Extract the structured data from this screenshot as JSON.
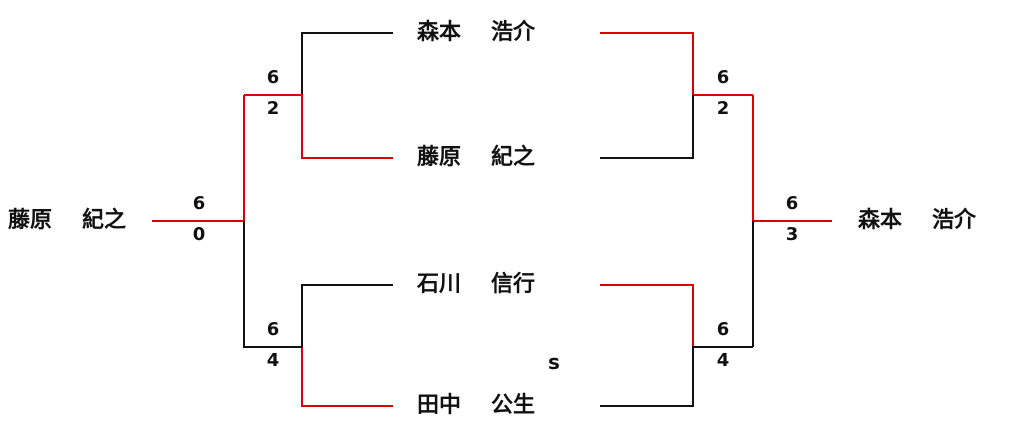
{
  "colors": {
    "winner_line": "#e00000",
    "loser_line": "#111111"
  },
  "players": {
    "center_1": {
      "family": "森本",
      "given": "浩介"
    },
    "center_2": {
      "family": "藤原",
      "given": "紀之"
    },
    "center_3": {
      "family": "石川",
      "given": "信行"
    },
    "center_4": {
      "family": "田中",
      "given": "公生"
    },
    "left_winner": {
      "family": "藤原",
      "given": "紀之"
    },
    "right_winner": {
      "family": "森本",
      "given": "浩介"
    }
  },
  "scores": {
    "left_semi_top": {
      "high": "6",
      "low": "2"
    },
    "left_semi_bottom": {
      "high": "6",
      "low": "4"
    },
    "left_final": {
      "high": "6",
      "low": "0"
    },
    "right_semi_top": {
      "high": "6",
      "low": "2"
    },
    "right_semi_bottom": {
      "high": "6",
      "low": "4"
    },
    "right_final": {
      "high": "6",
      "low": "3"
    }
  },
  "note": "s"
}
